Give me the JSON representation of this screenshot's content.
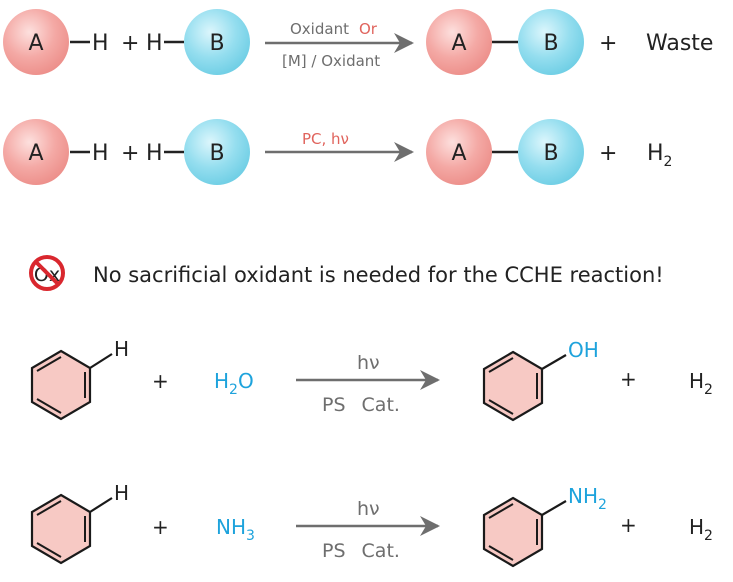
{
  "reaction1": {
    "A": "A",
    "B": "B",
    "H_left": "H",
    "plus_mid": "+",
    "H_right": "H",
    "cond_top_1": "Oxidant",
    "cond_top_2": "Or",
    "cond_bottom": "[M] / Oxidant",
    "prod_A": "A",
    "prod_B": "B",
    "plus_prod": "+",
    "byproduct": "Waste"
  },
  "reaction2": {
    "A": "A",
    "B": "B",
    "H_left": "H",
    "plus_mid": "+",
    "H_right": "H",
    "cond_top": "PC, hν",
    "prod_A": "A",
    "prod_B": "B",
    "plus_prod": "+",
    "byproduct_base": "H",
    "byproduct_sub": "2"
  },
  "note": {
    "icon_text": "Ox",
    "text": "No sacrificial oxidant is needed for the CCHE reaction!"
  },
  "reaction3": {
    "substrate_H": "H",
    "plus1": "+",
    "reagent_base": "H",
    "reagent_sub": "2",
    "reagent_tail": "O",
    "cond_top": "hν",
    "cond_bottom_1": "PS",
    "cond_bottom_2": "Cat.",
    "product_group": "OH",
    "plus2": "+",
    "byproduct_base": "H",
    "byproduct_sub": "2"
  },
  "reaction4": {
    "substrate_H": "H",
    "plus1": "+",
    "reagent_base": "NH",
    "reagent_sub": "3",
    "cond_top": "hν",
    "cond_bottom_1": "PS",
    "cond_bottom_2": "Cat.",
    "product_group_base": "NH",
    "product_group_sub": "2",
    "plus2": "+",
    "byproduct_base": "H",
    "byproduct_sub": "2"
  },
  "colors": {
    "sphere_A": "#f2a3a0",
    "sphere_B": "#8fdcef",
    "ring_fill": "#f7c9c4",
    "accent_red": "#e0635c",
    "accent_blue": "#1ea3dc",
    "arrow_grey": "#6e6e6e"
  }
}
